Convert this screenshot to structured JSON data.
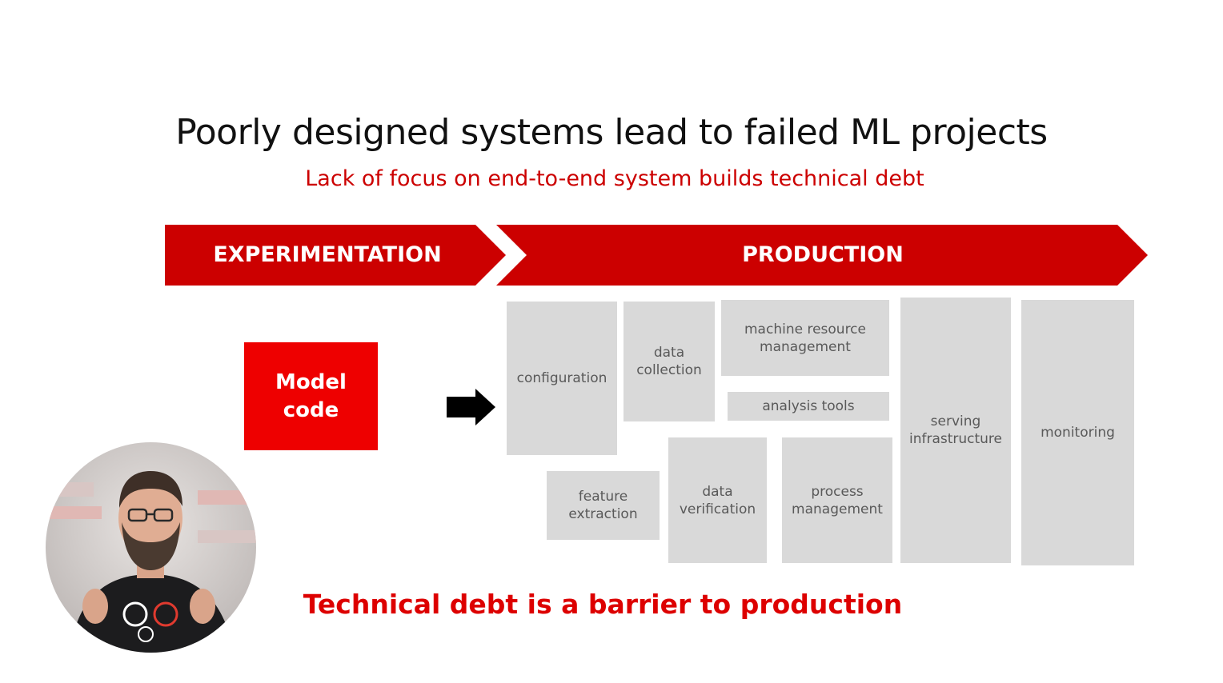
{
  "slide": {
    "title": "Poorly designed systems lead to failed ML projects",
    "subtitle": "Lack of focus on end-to-end system builds technical debt",
    "footer": "Technical debt is a barrier to production"
  },
  "stages": [
    {
      "label": "EXPERIMENTATION"
    },
    {
      "label": "PRODUCTION"
    }
  ],
  "model_box": {
    "label": "Model\ncode"
  },
  "blocks": {
    "configuration": "configuration",
    "data_collection": "data\ncollection",
    "machine_resource_management": "machine resource\nmanagement",
    "analysis_tools": "analysis tools",
    "serving_infrastructure": "serving\ninfrastructure",
    "monitoring": "monitoring",
    "feature_extraction": "feature\nextraction",
    "data_verification": "data\nverification",
    "process_management": "process\nmanagement"
  },
  "colors": {
    "brand_red": "#cc0000",
    "accent_red": "#ee0000",
    "block_gray": "#d9d9d9",
    "block_text": "#595959"
  },
  "presenter": {
    "icon": "presenter-video"
  }
}
